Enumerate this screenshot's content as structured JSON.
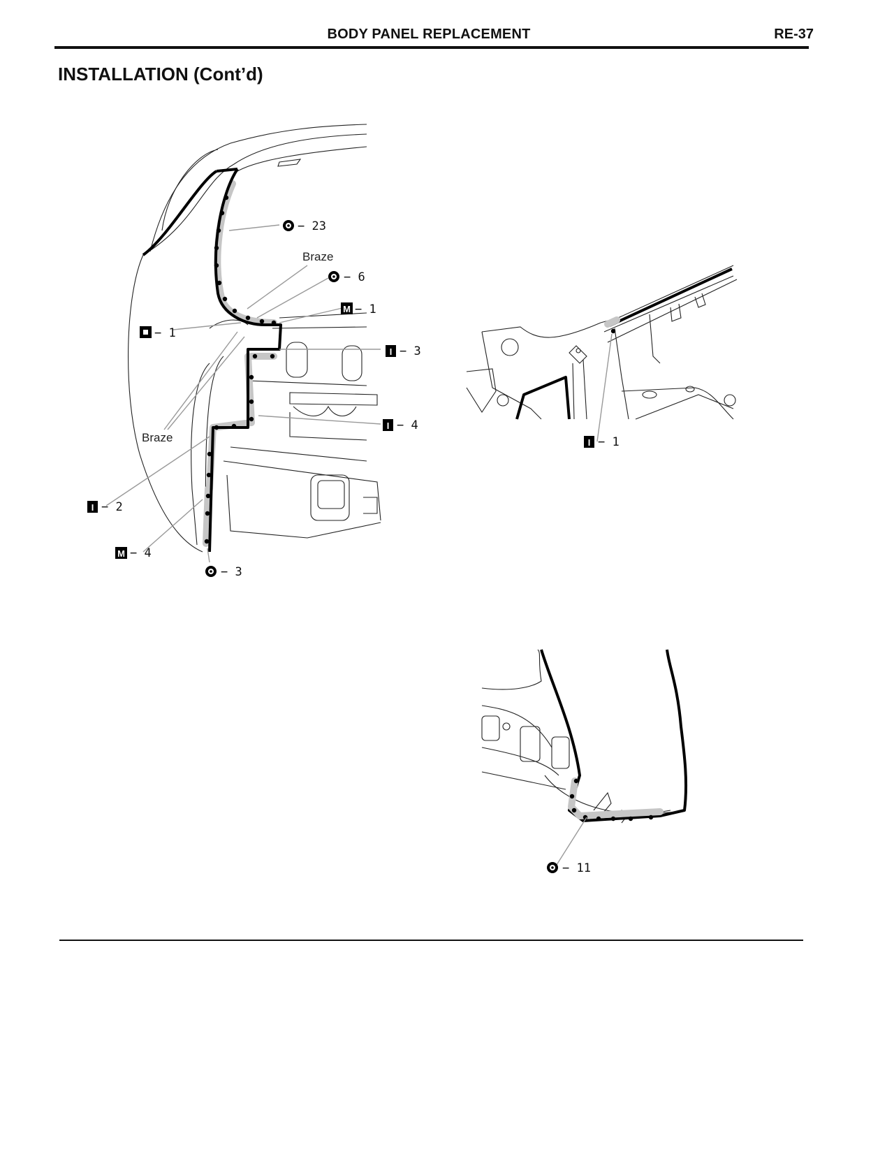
{
  "header": {
    "title": "BODY PANEL REPLACEMENT",
    "page": "RE-37"
  },
  "section": {
    "title": "INSTALLATION (Cont’d)"
  },
  "callouts": {
    "a1": "− 23",
    "a2": "Braze",
    "a3": "− 6",
    "a4": "− 1",
    "a5": "− 1",
    "a6": "− 3",
    "a7": "− 4",
    "a8": "Braze",
    "a9": "− 2",
    "a10": "− 4",
    "a11": "− 3",
    "b1": "− 1",
    "c1": "− 11"
  },
  "symbols": {
    "spot_weld": "spot-weld-circle-icon",
    "square_weld": "square-weld-icon",
    "inner_weld": "I-weld-icon",
    "mig_weld": "M-weld-icon",
    "glyph_i": "I",
    "glyph_m": "M"
  }
}
